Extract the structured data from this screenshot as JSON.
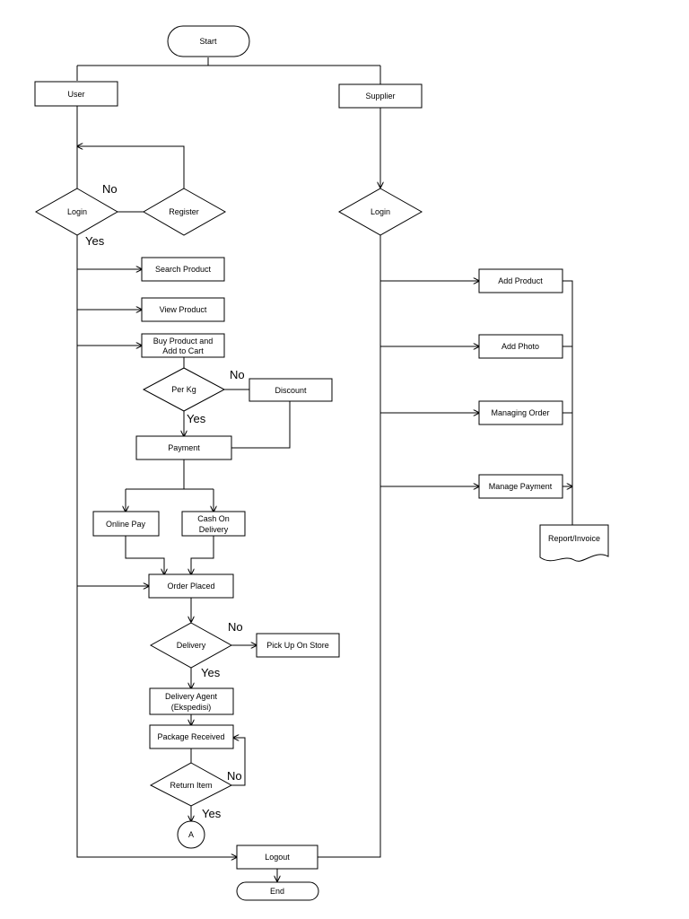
{
  "nodes": {
    "start": "Start",
    "user": "User",
    "supplier": "Supplier",
    "login_user": "Login",
    "register": "Register",
    "login_supplier": "Login",
    "search_product": "Search Product",
    "view_product": "View Product",
    "buy_product_line1": "Buy Product and",
    "buy_product_line2": "Add to Cart",
    "per_kg": "Per Kg",
    "discount": "Discount",
    "payment": "Payment",
    "online_pay": "Online Pay",
    "cod_line1": "Cash On",
    "cod_line2": "Delivery",
    "order_placed": "Order Placed",
    "delivery": "Delivery",
    "pickup": "Pick Up On Store",
    "agent_line1": "Delivery Agent",
    "agent_line2": "(Ekspedisi)",
    "package_received": "Package Received",
    "return_item": "Return Item",
    "connector_a": "A",
    "logout": "Logout",
    "end": "End",
    "add_product": "Add Product",
    "add_photo": "Add Photo",
    "managing_order": "Managing Order",
    "manage_payment": "Manage Payment",
    "report": "Report/Invoice"
  },
  "edge_labels": {
    "login_no": "No",
    "login_yes": "Yes",
    "perkg_no": "No",
    "perkg_yes": "Yes",
    "delivery_no": "No",
    "delivery_yes": "Yes",
    "return_no": "No",
    "return_yes": "Yes"
  }
}
